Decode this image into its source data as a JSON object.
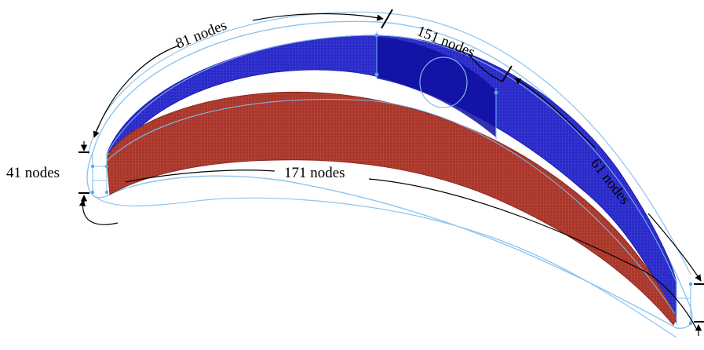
{
  "labels": {
    "top_left": "81 nodes",
    "top_middle": "151 nodes",
    "right": "61 nodes",
    "left": "41 nodes",
    "bottom": "171 nodes"
  },
  "colors": {
    "upper_mesh": "#2626c4",
    "upper_mesh_dark": "#1a1aa8",
    "lower_mesh": "#b03a2e",
    "lower_mesh_dark": "#8c2a20",
    "outline": "#7fb9ec",
    "node_dot": "#5aa8f0",
    "arrow": "#000000"
  }
}
